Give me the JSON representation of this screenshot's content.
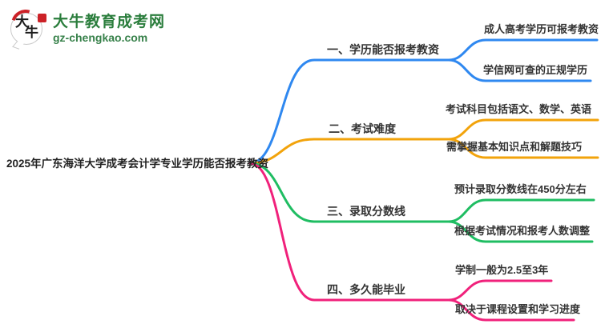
{
  "logo": {
    "bubble_char_1": "大",
    "bubble_char_2": "牛",
    "brand": "大牛教育成考网",
    "domain": "gz-chengkao.com",
    "green": "#2a7d3c",
    "domain_green": "#37814a",
    "red": "#cc2127"
  },
  "mindmap": {
    "root": "2025年广东海洋大学成考会计学专业学历能否报考教资",
    "text_color": "#333333",
    "branches": [
      {
        "label": "一、学历能否报考教资",
        "color": "#2f88f0",
        "children": [
          "成人高考学历可报考教资",
          "学信网可查的正规学历"
        ]
      },
      {
        "label": "二、考试难度",
        "color": "#f2a30b",
        "children": [
          "考试科目包括语文、数学、英语",
          "需掌握基本知识点和解题技巧"
        ]
      },
      {
        "label": "三、录取分数线",
        "color": "#1fbd62",
        "children": [
          "预计录取分数线在450分左右",
          "根据考试情况和报考人数调整"
        ]
      },
      {
        "label": "四、多久能毕业",
        "color": "#f0217b",
        "children": [
          "学制一般为2.5至3年",
          "取决于课程设置和学习进度"
        ]
      }
    ]
  }
}
